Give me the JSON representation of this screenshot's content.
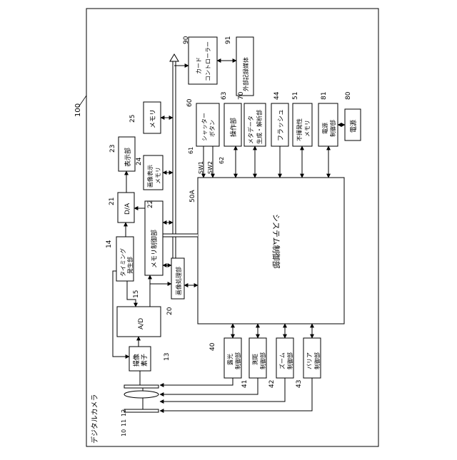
{
  "diagram": {
    "title": "デジタルカメラ",
    "ref_100": "100",
    "blocks": {
      "system_control": {
        "label": "システム制御部",
        "ref": "50A"
      },
      "memory_control": {
        "label": "メモリ制御部",
        "ref": "22"
      },
      "image_processing": {
        "label": "画像処理部",
        "ref": "20"
      },
      "ad": {
        "label": "A/D",
        "ref": "15"
      },
      "da": {
        "label": "D/A",
        "ref": "21"
      },
      "timing": {
        "lines": [
          "タイミング",
          "発生部"
        ],
        "ref": "14"
      },
      "imaging": {
        "lines": [
          "撮像",
          "素子"
        ],
        "ref": "13"
      },
      "display": {
        "label": "表示部",
        "ref": "23"
      },
      "image_display_memory": {
        "lines": [
          "画像表示",
          "メモリ"
        ],
        "ref": "24"
      },
      "memory": {
        "label": "メモリ",
        "ref": "25"
      },
      "shutter": {
        "lines": [
          "シャッター",
          "ボタン"
        ],
        "ref": "60"
      },
      "operation": {
        "label": "操作部",
        "ref": "63"
      },
      "metadata": {
        "lines": [
          "メタデータ",
          "生成・解析部"
        ],
        "ref": "70"
      },
      "flash": {
        "label": "フラッシュ",
        "ref": "44"
      },
      "nonvolatile": {
        "lines": [
          "不揮発性",
          "メモリ"
        ],
        "ref": "51"
      },
      "power_control": {
        "lines": [
          "電源",
          "制御部"
        ],
        "ref": "81"
      },
      "power": {
        "label": "電源",
        "ref": "80"
      },
      "card_controller": {
        "lines": [
          "カード",
          "コントローラー"
        ],
        "ref": "90"
      },
      "external_media": {
        "label": "外部記録媒体",
        "ref": "91"
      },
      "exposure": {
        "lines": [
          "露光",
          "制御部"
        ],
        "ref": "40"
      },
      "ranging": {
        "lines": [
          "測距",
          "制御部"
        ],
        "ref": "41"
      },
      "zoom": {
        "lines": [
          "ズーム",
          "制御部"
        ],
        "ref": "42"
      },
      "barrier": {
        "lines": [
          "バリア",
          "制御部"
        ],
        "ref": "43"
      }
    },
    "switch_labels": {
      "sw1": "SW1",
      "sw2": "SW2",
      "ref_61": "61",
      "ref_62": "62"
    },
    "optics_refs": [
      "10",
      "11",
      "12"
    ]
  }
}
